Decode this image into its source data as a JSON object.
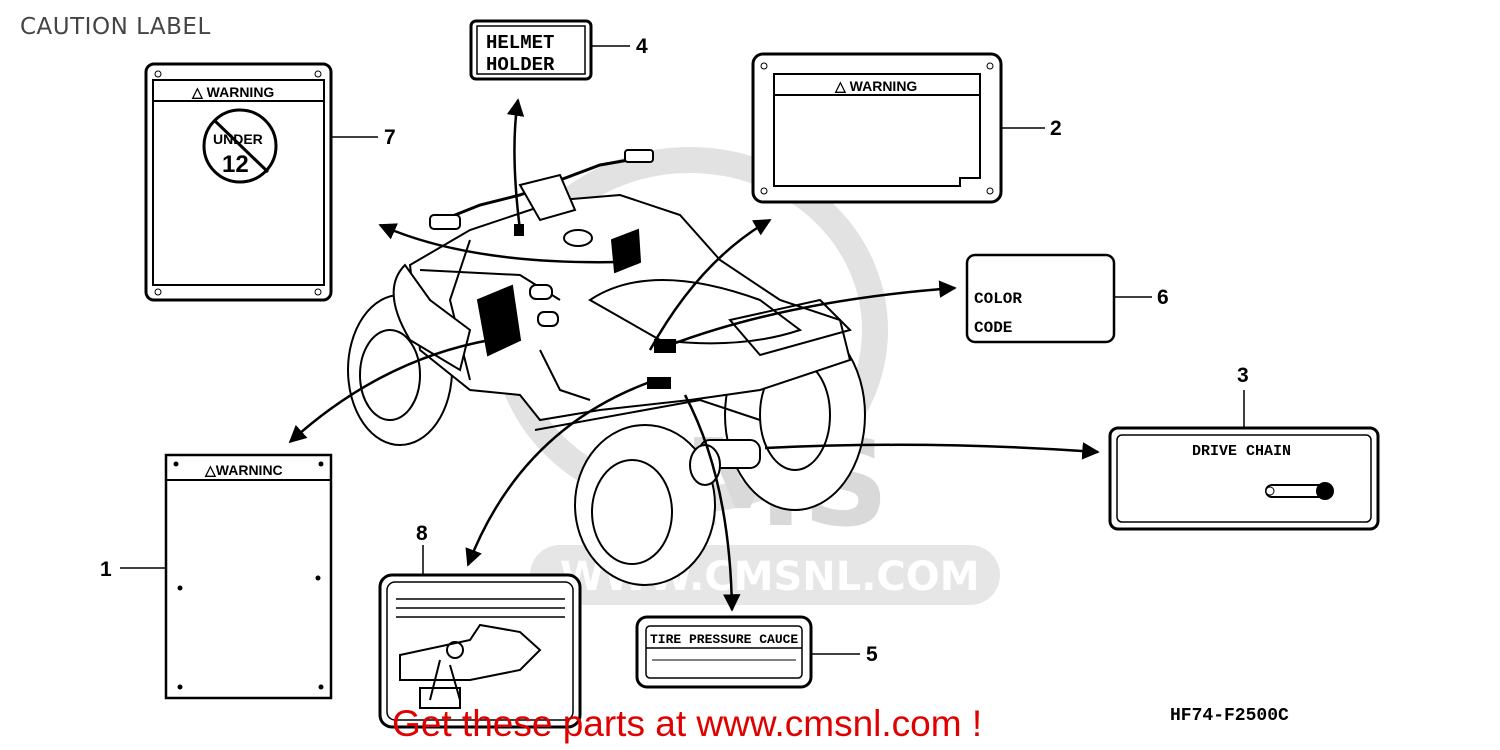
{
  "diagram": {
    "title": "CAUTION LABEL",
    "footer": "Get these parts at www.cmsnl.com !",
    "drawing_code": "HF74-F2500C",
    "watermark": {
      "logo": "CMS",
      "url": "WWW.CMSNL.COM"
    },
    "parts": [
      {
        "number": "1",
        "label": "WARNINC"
      },
      {
        "number": "2",
        "label": "WARNING"
      },
      {
        "number": "3",
        "label": "DRIVE CHAIN"
      },
      {
        "number": "4",
        "label_line1": "HELMET",
        "label_line2": "HOLDER"
      },
      {
        "number": "5",
        "label": "TIRE PRESSURE CAUCE"
      },
      {
        "number": "6",
        "label_line1": "COLOR",
        "label_line2": "CODE"
      },
      {
        "number": "7",
        "label": "WARNING",
        "badge_top": "UNDER",
        "badge_bottom": "12"
      },
      {
        "number": "8"
      }
    ]
  }
}
